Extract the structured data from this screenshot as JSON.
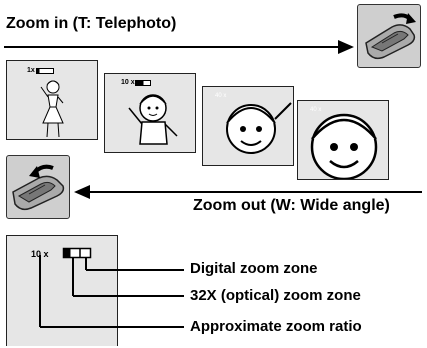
{
  "zoom_in": {
    "label": "Zoom in (T: Telephoto)"
  },
  "zoom_out": {
    "label": "Zoom out (W: Wide angle)"
  },
  "frames": [
    {
      "ratio_label": "1x"
    },
    {
      "ratio_label": "10 x"
    },
    {
      "ratio_label": "40 x"
    },
    {
      "ratio_label": "40 x"
    }
  ],
  "display": {
    "ratio_label": "10 x",
    "callouts": {
      "digital": "Digital zoom zone",
      "optical": "32X (optical) zoom zone",
      "ratio": "Approximate zoom ratio"
    }
  },
  "colors": {
    "panel": "#e6e6e6",
    "switch_box": "#cfcfcf",
    "ink": "#000000"
  }
}
